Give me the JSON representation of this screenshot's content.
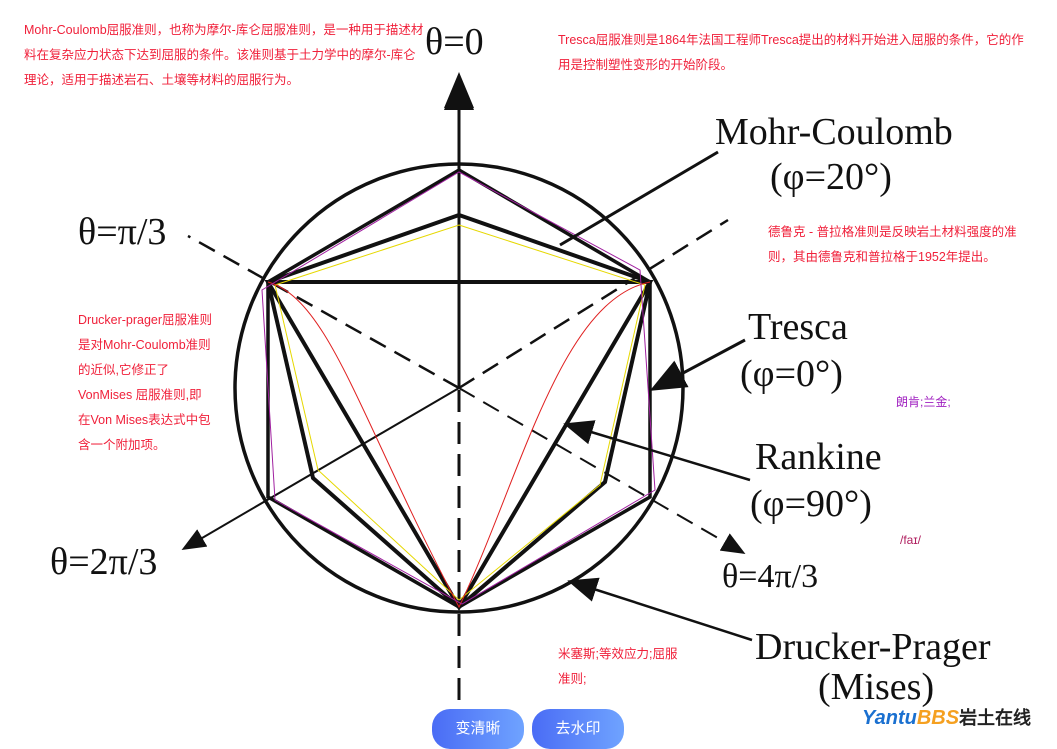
{
  "notes": {
    "mohr": "Mohr-Coulomb屈服准则，也称为摩尔-库仑屈服准则，是一种用于描述材料在复杂应力状态下达到屈服的条件。该准则基于土力学中的摩尔-库仑理论，适用于描述岩石、土壤等材料的屈服行为。",
    "tresca": "Tresca屈服准则是1864年法国工程师Tresca提出的材料开始进入屈服的条件，它的作用是控制塑性变形的开始阶段。",
    "drucker_cn": "德鲁克 - 普拉格准则是反映岩土材料强度的准则，其由德鲁克和普拉格于1952年提出。",
    "drucker": " Drucker-prager屈服准则是对Mohr-Coulomb准则的近似,它修正了VonMises 屈服准则,即在Von Mises表达式中包含一个附加项。",
    "rankine": "朗肯;兰金;",
    "phonetic": "/faɪ/",
    "mises": "米塞斯;等效应力;屈服准则;"
  },
  "labels": {
    "theta0": "θ=0",
    "theta_pi3": "θ=π/3",
    "theta_2pi3": "θ=2π/3",
    "theta_4pi3": "θ=4π/3",
    "mc": "Mohr-Coulomb",
    "mc_phi": "(φ=20°)",
    "tresca": "Tresca",
    "tresca_phi": "(φ=0°)",
    "rankine": "Rankine",
    "rankine_phi": "(φ=90°)",
    "dp": "Drucker-Prager",
    "dp_sub": "(Mises)"
  },
  "watermark": {
    "brand1": "Yantu",
    "brand2": "BBS",
    "brand3": "岩土在线"
  },
  "buttons": {
    "clarify": "变清晰",
    "dewatermark": "去水印"
  }
}
